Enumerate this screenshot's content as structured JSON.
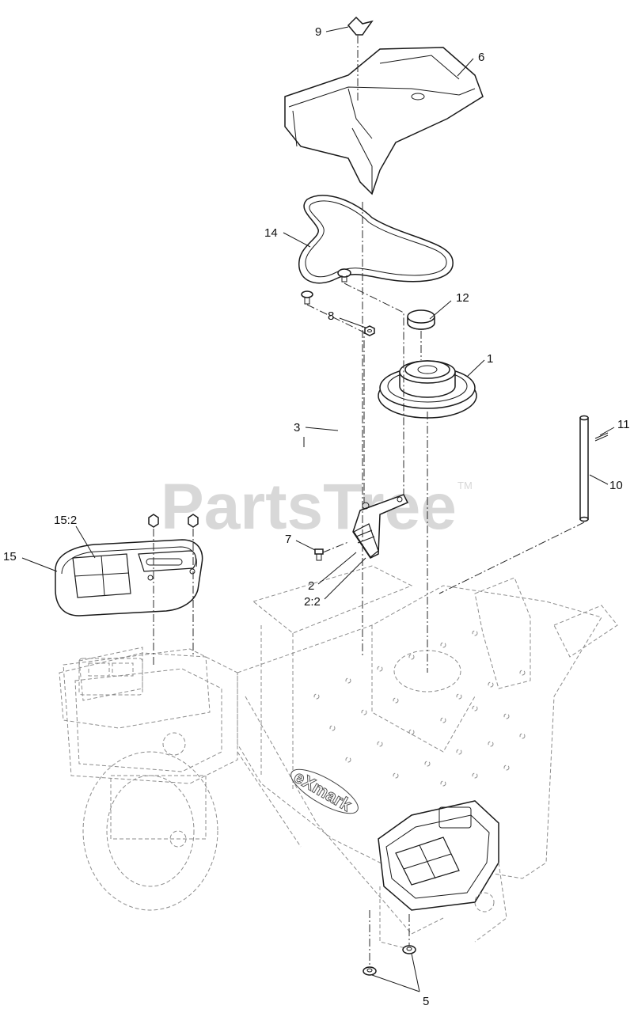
{
  "watermark": {
    "text": "PartsTree",
    "trademark": "TM"
  },
  "brand_logo": "eXmark",
  "callouts": [
    {
      "id": "c9",
      "label": "9"
    },
    {
      "id": "c6",
      "label": "6"
    },
    {
      "id": "c14",
      "label": "14"
    },
    {
      "id": "c12",
      "label": "12"
    },
    {
      "id": "c1",
      "label": "1"
    },
    {
      "id": "c3",
      "label": "3"
    },
    {
      "id": "c11",
      "label": "11"
    },
    {
      "id": "c8",
      "label": "8"
    },
    {
      "id": "c10",
      "label": "10"
    },
    {
      "id": "c15-2",
      "label": "15:2"
    },
    {
      "id": "c15",
      "label": "15"
    },
    {
      "id": "c7",
      "label": "7"
    },
    {
      "id": "c2",
      "label": "2"
    },
    {
      "id": "c2-2",
      "label": "2:2"
    },
    {
      "id": "c5",
      "label": "5"
    }
  ]
}
